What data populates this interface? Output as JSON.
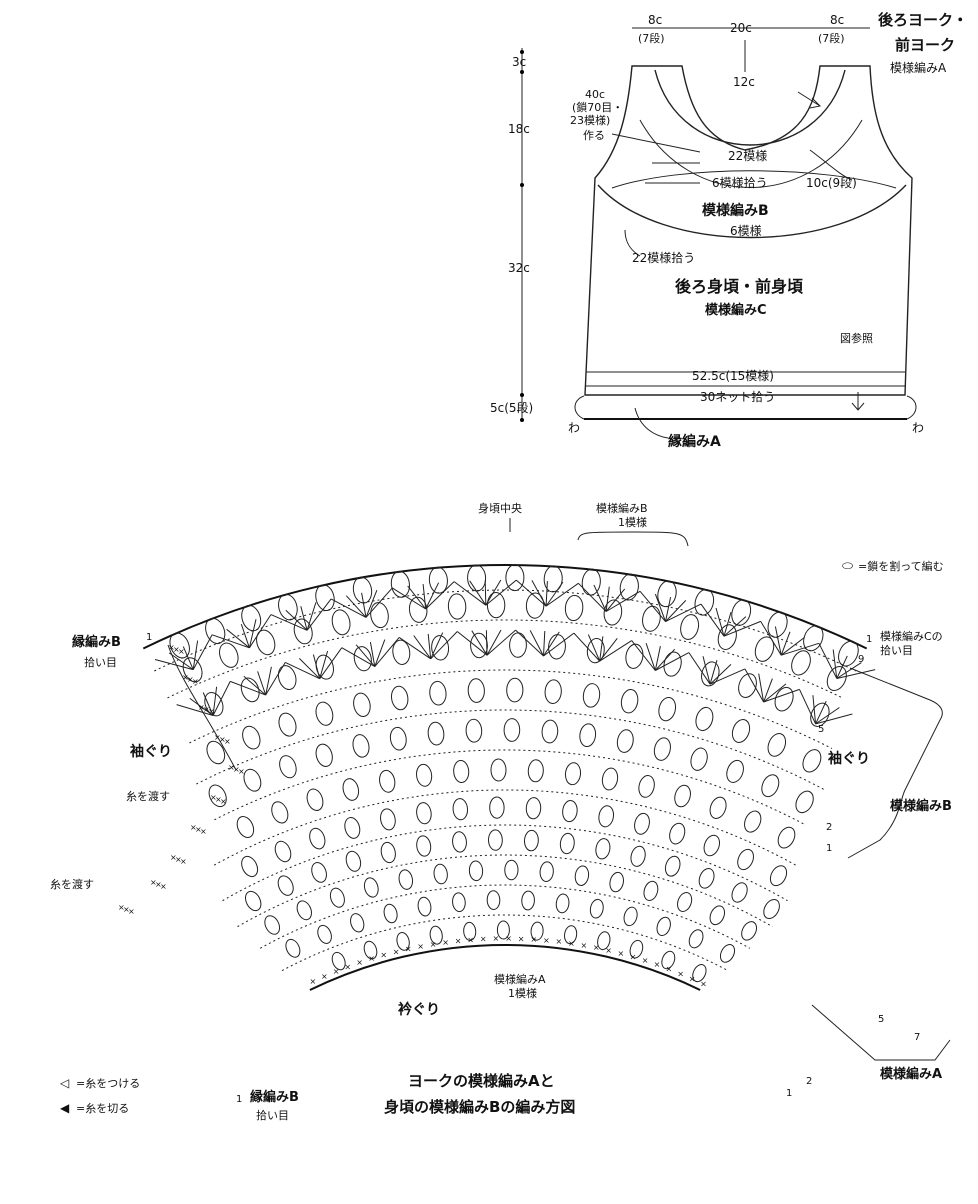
{
  "schematic": {
    "dim_left_8c": "8c",
    "dim_left_7rows": "(7段)",
    "dim_neck_width": "20c",
    "dim_right_8c": "8c",
    "dim_right_7rows": "(7段)",
    "dim_neck_depth": "12c",
    "title_yoke_line1": "後ろヨーク・",
    "title_yoke_line2": "前ヨーク",
    "title_yoke_pattern": "模様編みA",
    "chain_note_1": "40c",
    "chain_note_2": "(鎖70目・",
    "chain_note_3": "23模様)",
    "chain_note_4": "作る",
    "yoke_22": "22模様",
    "yoke_pickup_6": "6模様拾う",
    "yoke_10c": "10c(9段)",
    "pattern_b": "模様編みB",
    "pattern_b_6": "6模様",
    "pickup_22": "22模様拾う",
    "body_title": "後ろ身頃・前身頃",
    "body_pattern": "模様編みC",
    "see_figure": "図参照",
    "hem_width": "52.5c(15模様)",
    "hem_pickup": "30ネット拾う",
    "wa_left": "わ",
    "wa_right": "わ",
    "edging_a": "縁編みA",
    "v_3c": "3c",
    "v_18c": "18c",
    "v_32c": "32c",
    "v_5c": "5c(5段)"
  },
  "chart": {
    "center_label": "身頃中央",
    "pattern_b_top_1": "模様編みB",
    "pattern_b_top_2": "1模様",
    "legend_split_chain": "=鎖を割って編む",
    "label_c_pickup_1": "模様編みCの",
    "label_c_pickup_2": "拾い目",
    "edging_b_left_1": "縁編みB",
    "edging_b_left_2": "拾い目",
    "armhole_left": "袖ぐり",
    "armhole_right": "袖ぐり",
    "carry_yarn_1": "糸を渡す",
    "carry_yarn_2": "糸を渡す",
    "pattern_b_right": "模様編みB",
    "pattern_a_center_1": "模様編みA",
    "pattern_a_center_2": "1模様",
    "neckline": "衿ぐり",
    "pattern_a_right": "模様編みA",
    "legend_attach": "=糸をつける",
    "legend_cut": "=糸を切る",
    "edging_b_bottom_1": "縁編みB",
    "edging_b_bottom_2": "拾い目",
    "title_line1": "ヨークの模様編みAと",
    "title_line2": "身頃の模様編みBの編み方図",
    "row_1_top": "1",
    "row_9": "9",
    "row_5_top": "5",
    "row_2_side": "2",
    "row_1_side": "1",
    "row_7": "7",
    "row_5_bottom": "5",
    "row_1_bottom": "1",
    "row_2_bottom": "2",
    "row_1_left": "1",
    "row_1_edging_bottom": "1"
  }
}
